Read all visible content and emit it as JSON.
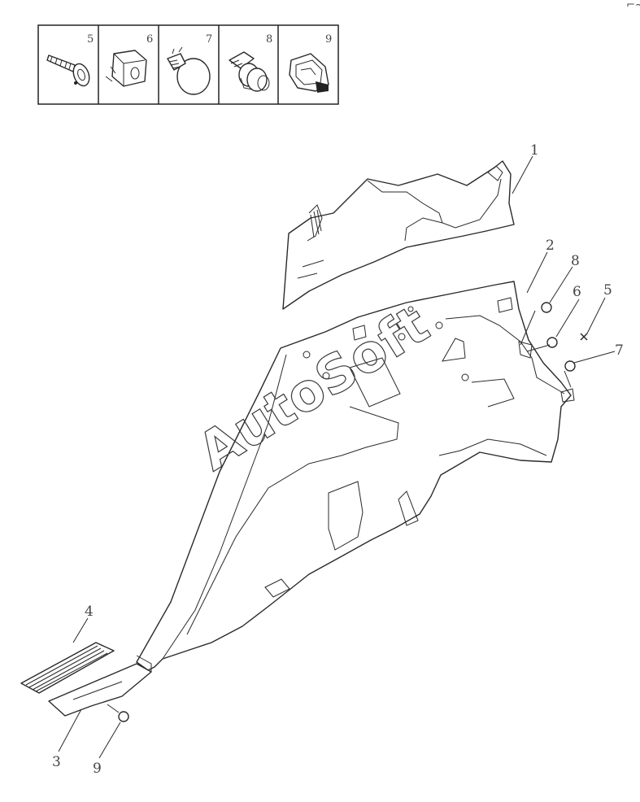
{
  "legend": {
    "cells": [
      {
        "number": "5",
        "icon": "screw-washer-icon"
      },
      {
        "number": "6",
        "icon": "clip-nut-icon"
      },
      {
        "number": "7",
        "icon": "push-rivet-icon"
      },
      {
        "number": "8",
        "icon": "fir-tree-clip-icon"
      },
      {
        "number": "9",
        "icon": "edge-clip-icon"
      }
    ]
  },
  "callouts": {
    "c1": "1",
    "c2": "2",
    "c3": "3",
    "c4": "4",
    "c5": "5",
    "c6": "6",
    "c7": "7",
    "c8": "8",
    "c9": "9"
  },
  "watermark": "AutoSoft",
  "corner_mark": "⌐~"
}
